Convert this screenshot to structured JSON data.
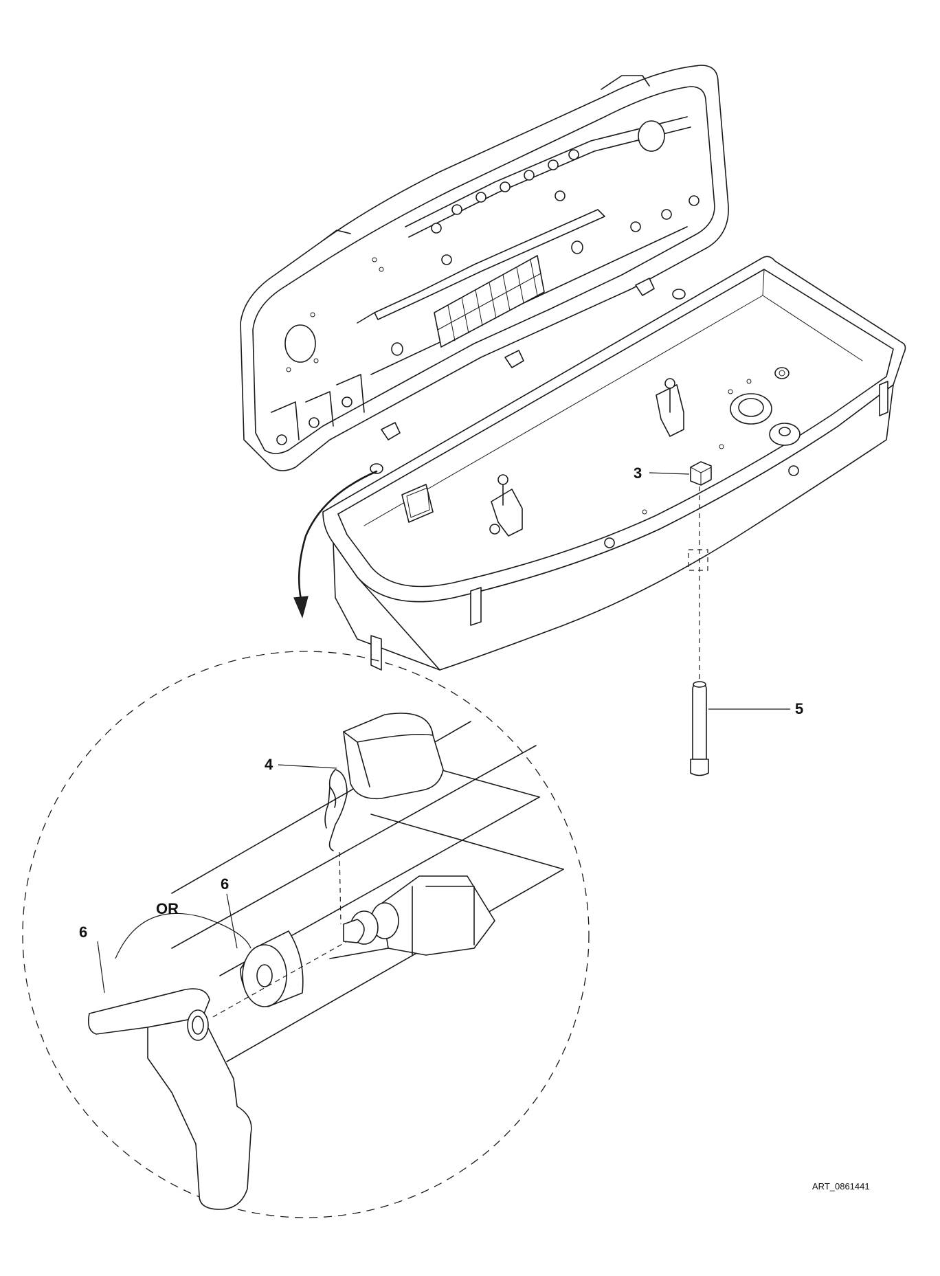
{
  "callouts": {
    "c3": "3",
    "c5": "5",
    "c4": "4",
    "c6a": "6",
    "c6b": "6",
    "or": "OR"
  },
  "art_id": "ART_0861441"
}
